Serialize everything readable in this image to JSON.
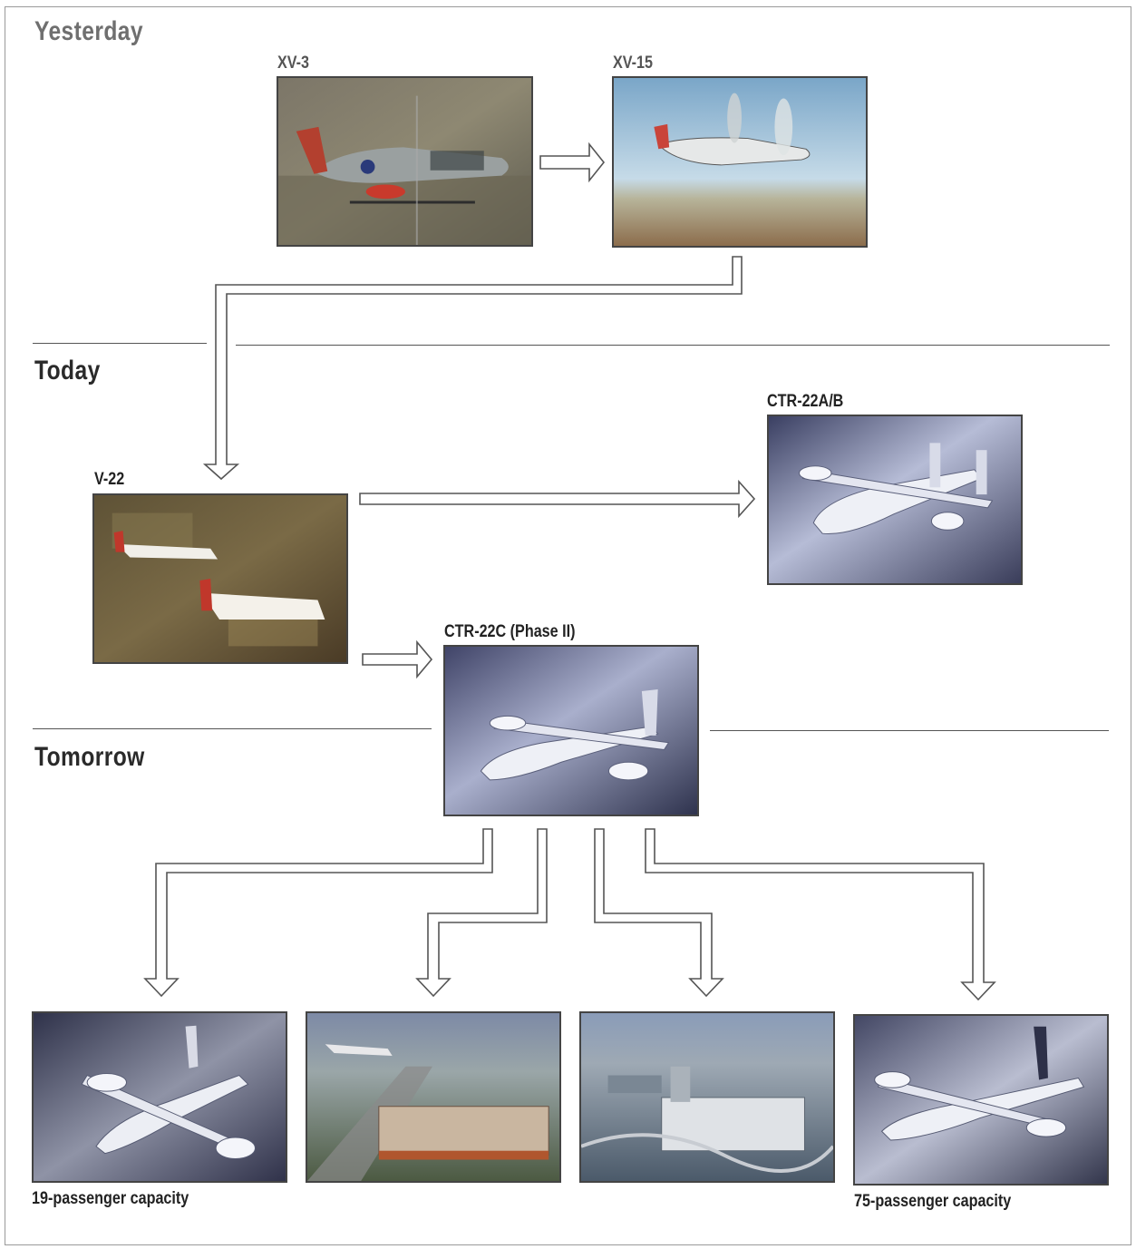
{
  "sections": {
    "yesterday": "Yesterday",
    "today": "Today",
    "tomorrow": "Tomorrow"
  },
  "aircraft": {
    "xv3": "XV-3",
    "xv15": "XV-15",
    "v22": "V-22",
    "ctr22ab": "CTR-22A/B",
    "ctr22c": "CTR-22C (Phase II)"
  },
  "captions": {
    "small": "19-passenger capacity",
    "large": "75-passenger capacity"
  },
  "colors": {
    "arrow_stroke": "#555555",
    "rule": "#555555",
    "frame": "#9a9a9a"
  }
}
